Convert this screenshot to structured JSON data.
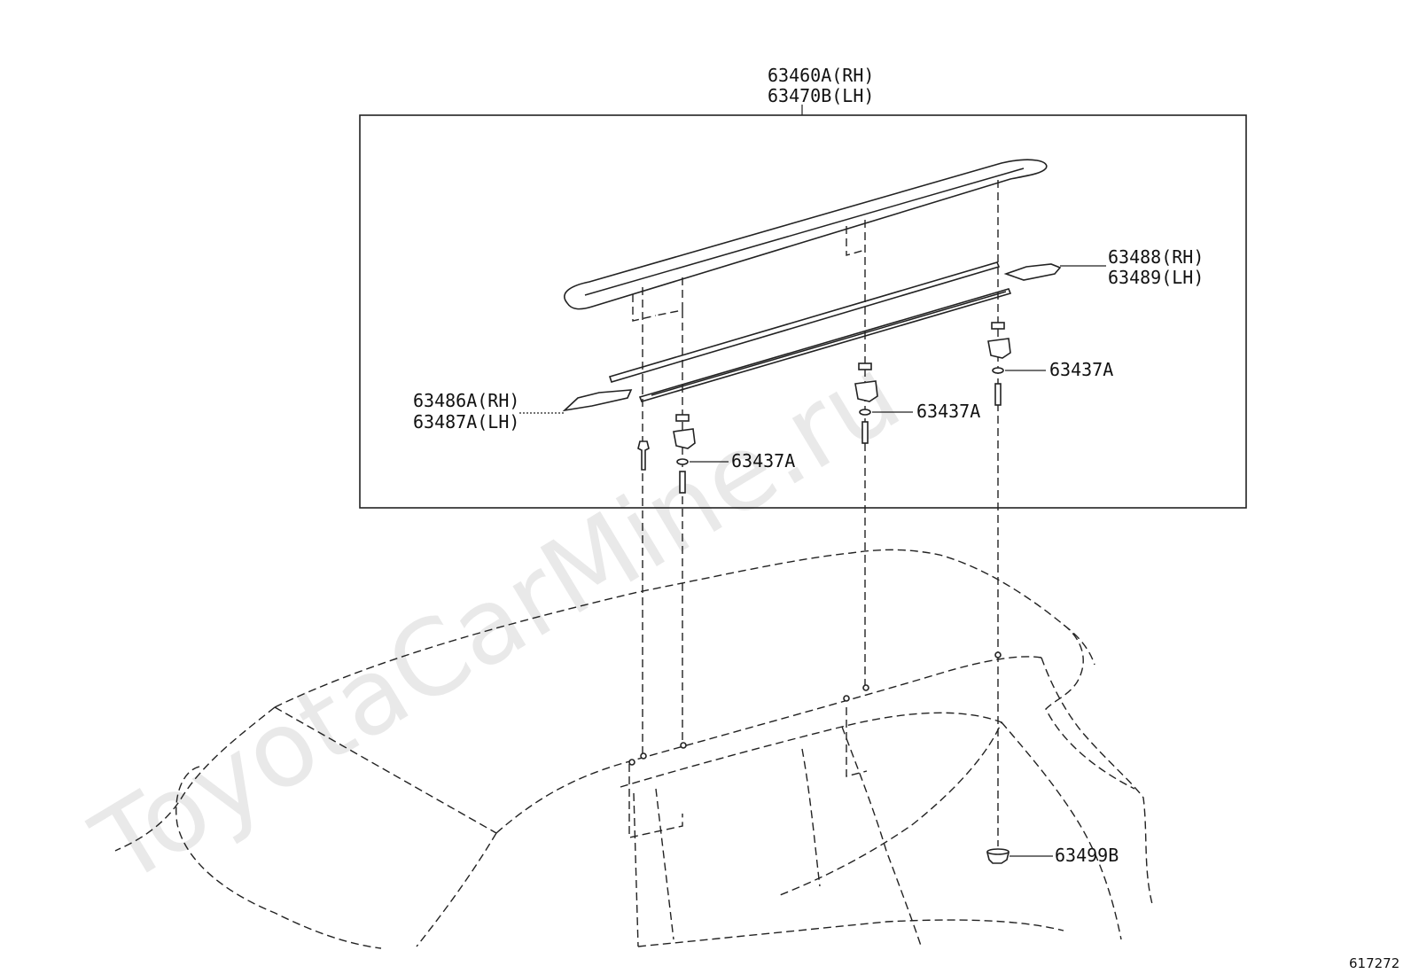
{
  "watermark": "ToyotaCarMine.ru",
  "figure_id": "617272",
  "callouts": {
    "rail_rh": "63460A(RH)",
    "rail_lh": "63470B(LH)",
    "end_rear_rh": "63488(RH)",
    "end_rear_lh": "63489(LH)",
    "end_front_rh": "63486A(RH)",
    "end_front_lh": "63487A(LH)",
    "stud_nut_1": "63437A",
    "stud_nut_2": "63437A",
    "stud_nut_3": "63437A",
    "plug": "63499B"
  },
  "colors": {
    "ink": "#222222",
    "background": "#ffffff",
    "watermark": "#d8d8d8"
  }
}
